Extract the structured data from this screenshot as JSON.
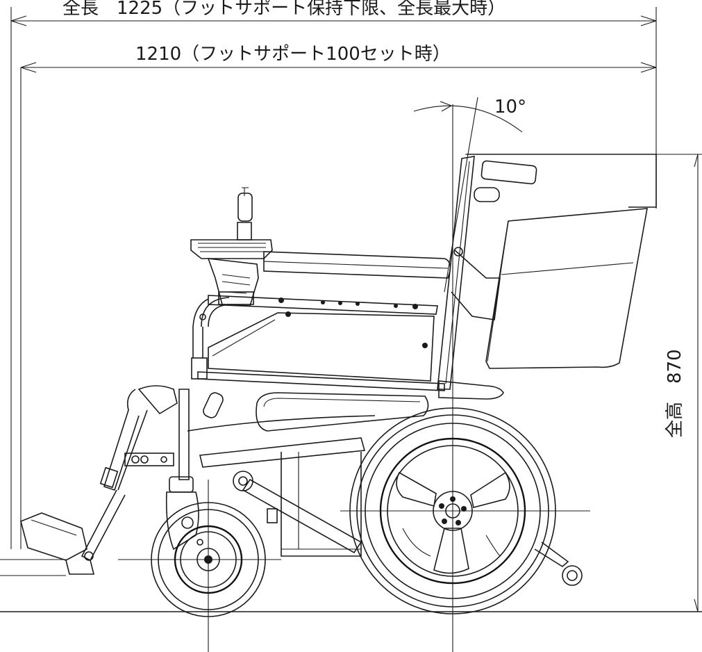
{
  "dimensions": {
    "overall_length": "全長　1225（フットサポート保持下限、全長最大時）",
    "length_100": "1210（フットサポート100セット時）",
    "overall_height": "全高　870",
    "recline_angle": "10°"
  },
  "colors": {
    "line": "#1a1a1a",
    "background": "#ffffff"
  }
}
